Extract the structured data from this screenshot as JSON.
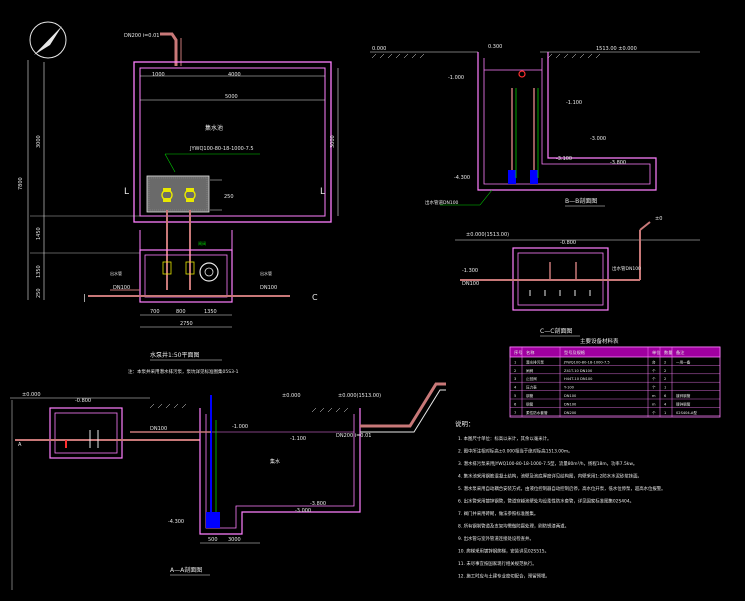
{
  "colors": {
    "background": "#000000",
    "wall": "#ff7fff",
    "pipe": "#c87878",
    "dim": "#e8e8e8",
    "accent_blue": "#0000ff",
    "accent_green": "#00d000",
    "accent_yellow": "#e8e800",
    "accent_red": "#ff3030"
  },
  "north_arrow": {
    "icon": "north-arrow-icon"
  },
  "plan": {
    "inlet_label": "DN200 i=0.01",
    "dims_top": [
      "1000",
      "4000"
    ],
    "dim_inner": "5000",
    "dim_left_total": "7800",
    "dim_left_upper": "3000",
    "dim_right": "3000",
    "dim_left_mid": "1450",
    "dim_left_low": "1350",
    "dim_left_bot": "250",
    "room_label": "集水池",
    "pump_spec": "JYWQ100-80-18-1000-7.5",
    "dims_bottom": [
      "700",
      "800",
      "1350"
    ],
    "dim_bottom_total": "2750",
    "pipe_left_label": "DN100",
    "pipe_right_label": "DN100",
    "title": "水泵井1:50平面图",
    "note": "注：本泵井采用潜水排污泵，泵坑详见标准图集05S3-1"
  },
  "section_bb": {
    "top_left_elev": "0.000",
    "top_right_elev": "1513.00 ±0.000",
    "dim_top": "0.300",
    "elev_1": "-1.000",
    "elev_2": "-1.100",
    "elev_3": "-3.000",
    "elev_4": "-3.100",
    "elev_5": "-3.800",
    "elev_6": "-4.300",
    "note": "出水管道DN100",
    "title": "B—B剖面图"
  },
  "section_cc": {
    "elev_left": "±0.000(1513.00)",
    "elev_mid": "-0.800",
    "elev_low": "-1.300",
    "pipe_label": "DN100",
    "right_note": "出水管DN100",
    "title": "C—C剖面图"
  },
  "section_aa": {
    "elev_left": "±0.000",
    "elev_l2": "-0.800",
    "elev_mid": "±0.000",
    "elev_right": "±0.000(1513.00)",
    "elev_1": "-1.000",
    "elev_2": "-1.100",
    "elev_3": "-3.000",
    "elev_4": "-4.300",
    "elev_5": "-3.800",
    "pipe_mid": "DN100",
    "pipe_right": "DN200 i=0.01",
    "water_label": "集水",
    "dims_bottom": [
      "500",
      "3000"
    ],
    "title": "A—A剖面图"
  },
  "materials_table": {
    "title": "主要设备材料表",
    "headers": [
      "序号",
      "名称",
      "型号及规格",
      "单位",
      "数量",
      "备注"
    ],
    "rows": [
      [
        "1",
        "潜水排污泵",
        "JYWQ100-80-18-1000-7.5",
        "台",
        "2",
        "一用一备"
      ],
      [
        "2",
        "闸阀",
        "Z41T-10 DN100",
        "个",
        "2",
        ""
      ],
      [
        "3",
        "止回阀",
        "H44T-10 DN100",
        "个",
        "2",
        ""
      ],
      [
        "4",
        "压力表",
        "Y-100",
        "个",
        "1",
        ""
      ],
      [
        "5",
        "钢管",
        "DN100",
        "m",
        "6",
        "镀锌钢管"
      ],
      [
        "6",
        "钢管",
        "DN100",
        "m",
        "4",
        "镀锌钢管"
      ],
      [
        "7",
        "柔性防水套管",
        "DN200",
        "个",
        "1",
        "02S404-A型"
      ]
    ]
  },
  "notes": {
    "heading": "说明：",
    "items": [
      "1. 本图尺寸单位：标高以米计，其余以毫米计。",
      "2. 图中所注相对标高±0.000相当于绝对标高1513.00m。",
      "3. 潜水排污泵采用JYWQ100-80-18-1000-7.5型，流量80m³/h，扬程18m，功率7.5kw。",
      "4. 集水池采用钢筋混凝土结构，池壁及池底厚度详见结构图，内壁采用1:2防水水泥砂浆抹面。",
      "5. 潜水泵采用自动耦合安装方式，由液位控制器自动控制启停，高水位开泵，低水位停泵，超高水位报警。",
      "6. 出水管采用镀锌钢管，管道穿越池壁处均设柔性防水套管，详见国家标准图集02S404。",
      "7. 阀门井采用砖砌，做法参照标准图集。",
      "8. 所有钢制管道及支架均需做防腐处理，刷防锈漆两道。",
      "9. 出水管与室外管道连接处设检查井。",
      "10. 爬梯采用镀锌钢爬梯，安装详见02S515。",
      "11. 未尽事宜按国家现行相关规范执行。",
      "12. 施工时应与土建专业密切配合，预留预埋。"
    ]
  }
}
